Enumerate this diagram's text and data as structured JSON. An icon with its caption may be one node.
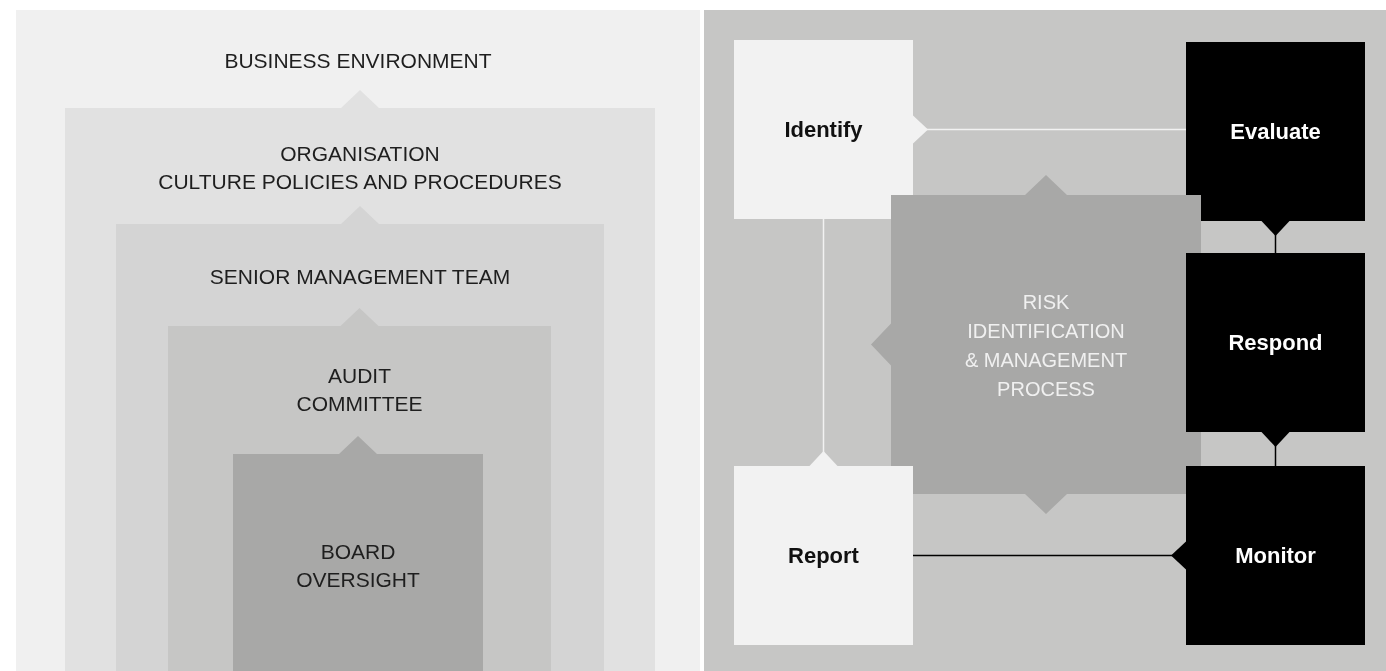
{
  "diagram": {
    "nodes": [
      {
        "text": [
          "BUSINESS ENVIRONMENT"
        ]
      },
      {
        "text": [
          "ORGANISATION CULTURE POLICIES AND PROCEDURES"
        ],
        "in": 0
      },
      {
        "text": [
          "SENIOR MANAGEMENT TEAM"
        ],
        "in": 1
      },
      {
        "text": [
          "AUDIT COMMITTEE"
        ],
        "in": 2
      },
      {
        "text": [
          "BOARD OVERSIGHT"
        ],
        "in": 3
      },
      {
        "text": [
          "Identify"
        ]
      },
      {
        "text": [
          "Evaluate"
        ]
      },
      {
        "text": [
          "RISK IDENTIFICATION & MANAGEMENT PROCESS"
        ]
      },
      {
        "text": [
          "Respond"
        ]
      },
      {
        "text": [
          "Report"
        ]
      },
      {
        "text": [
          "Monitor"
        ]
      }
    ],
    "edges": [
      {
        "from": 5,
        "to": 6,
        "arrow": "other",
        "color": "#f2f2f2"
      },
      {
        "from": 6,
        "to": 8,
        "arrow": "other"
      },
      {
        "from": 8,
        "to": 10,
        "arrow": "other"
      },
      {
        "from": 10,
        "to": 9,
        "arrow": "other"
      },
      {
        "from": 9,
        "to": 5,
        "arrow": "other",
        "color": "#f2f2f2"
      }
    ]
  }
}
